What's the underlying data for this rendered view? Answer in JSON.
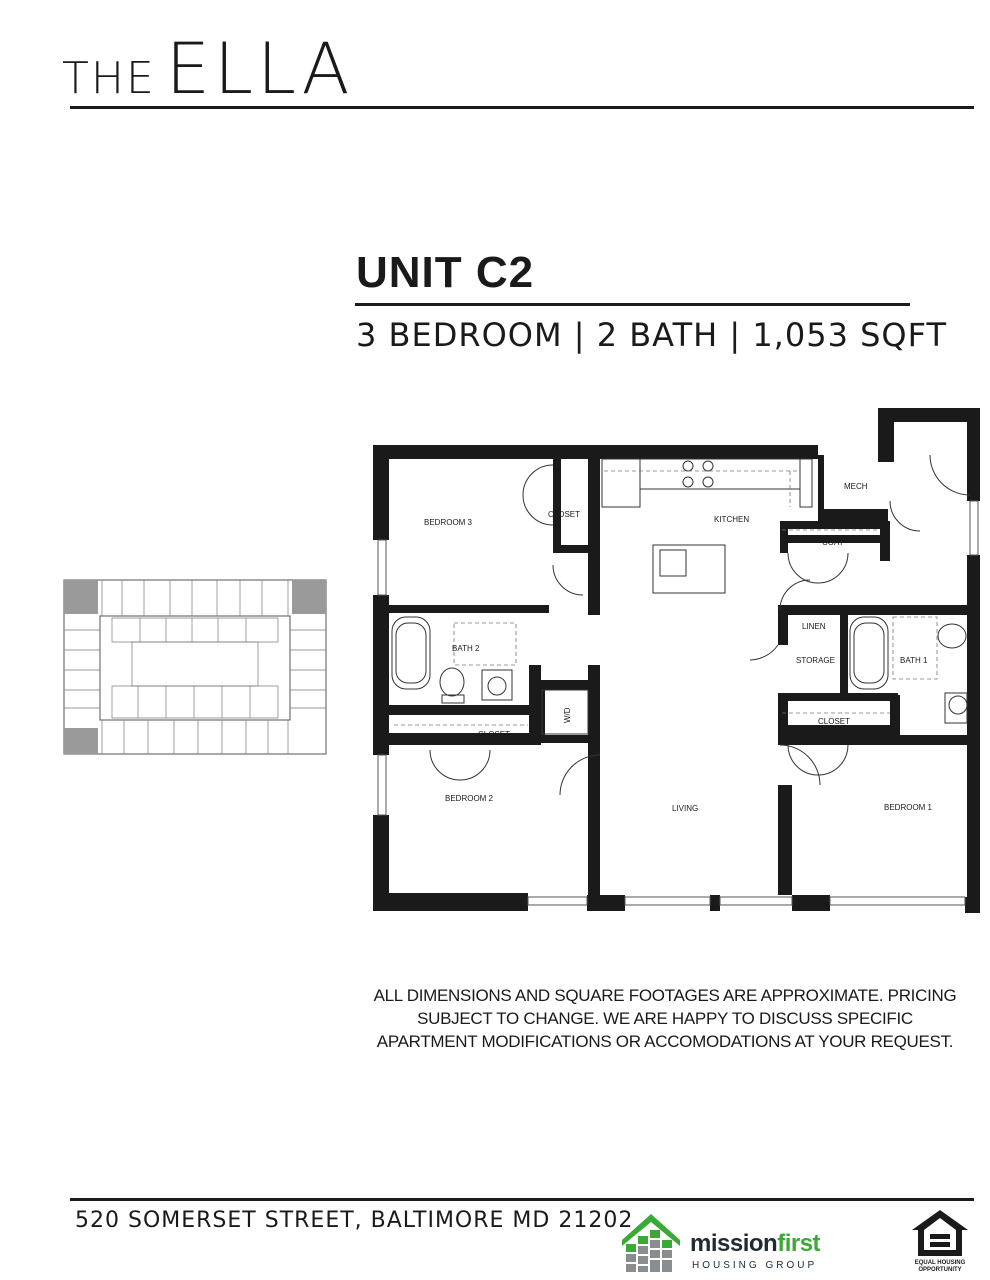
{
  "brand": {
    "prefix": "THE",
    "name": "ELLA"
  },
  "unit": {
    "title": "UNIT C2",
    "summary": "3 BEDROOM | 2 BATH | 1,053 SQFT"
  },
  "rooms": {
    "bedroom3": "BEDROOM 3",
    "closet_b3": "CLOSET",
    "kitchen": "KITCHEN",
    "mech": "MECH",
    "coat": "COAT",
    "bath2": "BATH 2",
    "wd": "W/D",
    "closet_b2": "CLOSET",
    "bedroom2": "BEDROOM 2",
    "living": "LIVING",
    "linen": "LINEN",
    "storage": "STORAGE",
    "bath1": "BATH 1",
    "closet_b1": "CLOSET",
    "bedroom1": "BEDROOM 1"
  },
  "disclaimer": "ALL DIMENSIONS AND SQUARE FOOTAGES ARE APPROXIMATE. PRICING SUBJECT TO CHANGE. WE ARE HAPPY TO DISCUSS SPECIFIC APARTMENT MODIFICATIONS OR ACCOMODATIONS AT YOUR REQUEST.",
  "address": "520 SOMERSET STREET, BALTIMORE MD 21202",
  "logo": {
    "name_dark": "mission",
    "name_accent": "first",
    "subtitle": "HOUSING GROUP",
    "colors": {
      "green": "#3aa935",
      "grey": "#8a8d8f",
      "dark": "#1f2a33"
    }
  },
  "equal_housing": {
    "line1": "EQUAL HOUSING",
    "line2": "OPPORTUNITY"
  },
  "colors": {
    "ink": "#1a1a1a",
    "key_plan_highlight": "#9a9a9a"
  }
}
